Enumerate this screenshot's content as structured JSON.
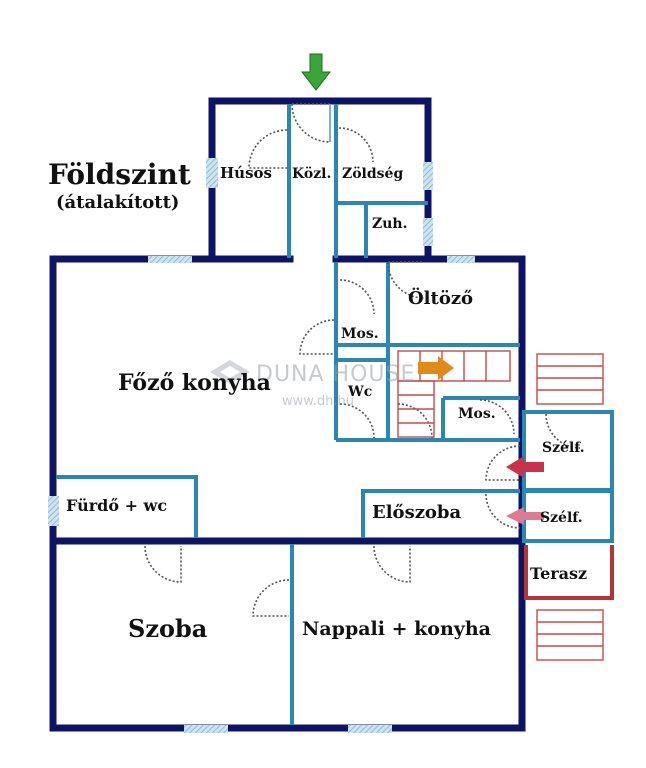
{
  "title": "Földszint",
  "subtitle": "(átalakított)",
  "watermark": {
    "brand": "DUNA HOUSE",
    "url": "www.dh.hu"
  },
  "rooms": {
    "husos": "Húsos",
    "kozl": "Közl.",
    "zoldseg": "Zöldség",
    "zuh": "Zuh.",
    "oltozo": "Öltöző",
    "mos1": "Mos.",
    "wc": "Wc",
    "mos2": "Mos.",
    "fozo": "Főző konyha",
    "furdo": "Fürdő + wc",
    "szelf1": "Szélf.",
    "szelf2": "Szélf.",
    "eloszoba": "Előszoba",
    "terasz": "Terasz",
    "szoba": "Szoba",
    "nappali": "Nappali + konyha"
  },
  "colors": {
    "outer_wall": "#0d1466",
    "inner_wall": "#2a86b3",
    "window": "#a9cfe6",
    "arrow_entry": "#3aa63a",
    "arrow_stair": "#e08a1a",
    "arrow_side": "#c8324a",
    "terrace": "#b7333a"
  }
}
